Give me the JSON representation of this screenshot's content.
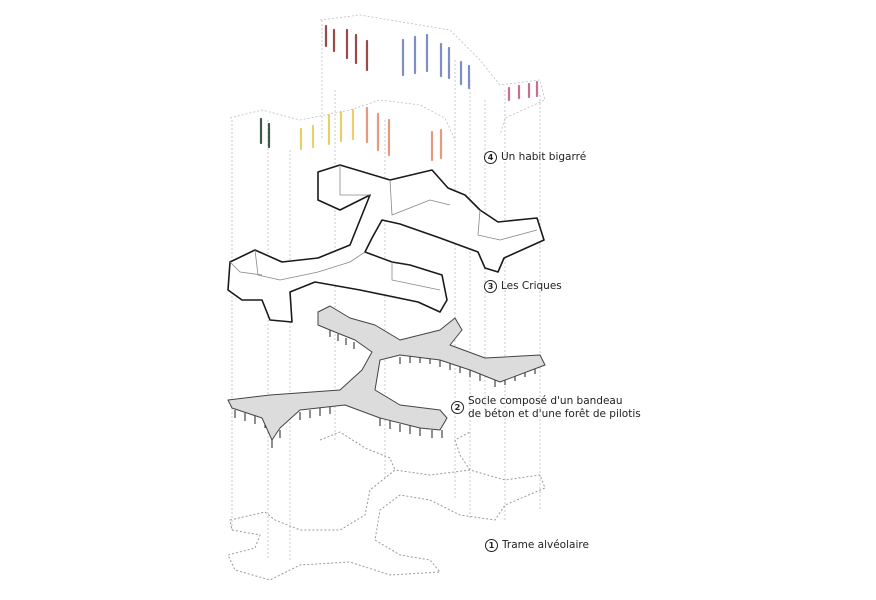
{
  "layers": [
    {
      "number": "4",
      "title": "Un habit bigarré"
    },
    {
      "number": "3",
      "title": "Les Criques"
    },
    {
      "number": "2",
      "title_line1": "Socle composé d'un bandeau",
      "title_line2": "de béton et d'une forêt de pilotis"
    },
    {
      "number": "1",
      "title": "Trame alvéolaire"
    }
  ],
  "colors": {
    "dark_red": "#9a4a4a",
    "blue": "#7f8ec4",
    "pink": "#c9708a",
    "dark_green": "#3f5a4c",
    "yellow": "#e8cf6a",
    "orange": "#e39a7e",
    "slab_fill": "#dcdcdc",
    "outline": "#1a1a1a",
    "guide": "#bbbbbb"
  }
}
